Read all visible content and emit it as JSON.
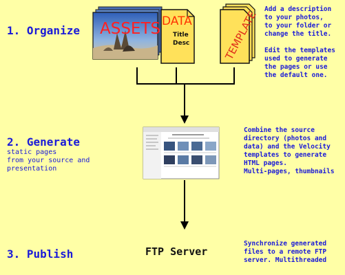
{
  "steps": [
    {
      "title": "1. Organize"
    },
    {
      "title": "2. Generate",
      "subtitle": "static pages\nfrom your source and\npresentation"
    },
    {
      "title": "3. Publish"
    }
  ],
  "organize": {
    "assets_label": "ASSETS",
    "data_label": "DATA",
    "data_lines": [
      "Title",
      "Desc"
    ],
    "template_label": "TEMPLATE",
    "note1": "Add a description\nto your photos,\nto your folder or\nchange the title.",
    "note2": "Edit the templates\nused to generate\nthe pages or use\nthe default one."
  },
  "generate": {
    "note": "Combine the source\ndirectory (photos and\ndata) and the Velocity\ntemplates to generate\nHTML pages.\nMulti-pages, thumbnails"
  },
  "publish": {
    "server_label": "FTP Server",
    "note": "Synchronize generated\nfiles to a remote FTP\nserver. Multithreaded"
  },
  "colors": {
    "background": "#ffffa6",
    "step_text": "#1a1ad8",
    "assets_text": "#ff2020",
    "data_text": "#ff3300",
    "template_text": "#e0301a",
    "doc_fill": "#ffe15a"
  }
}
